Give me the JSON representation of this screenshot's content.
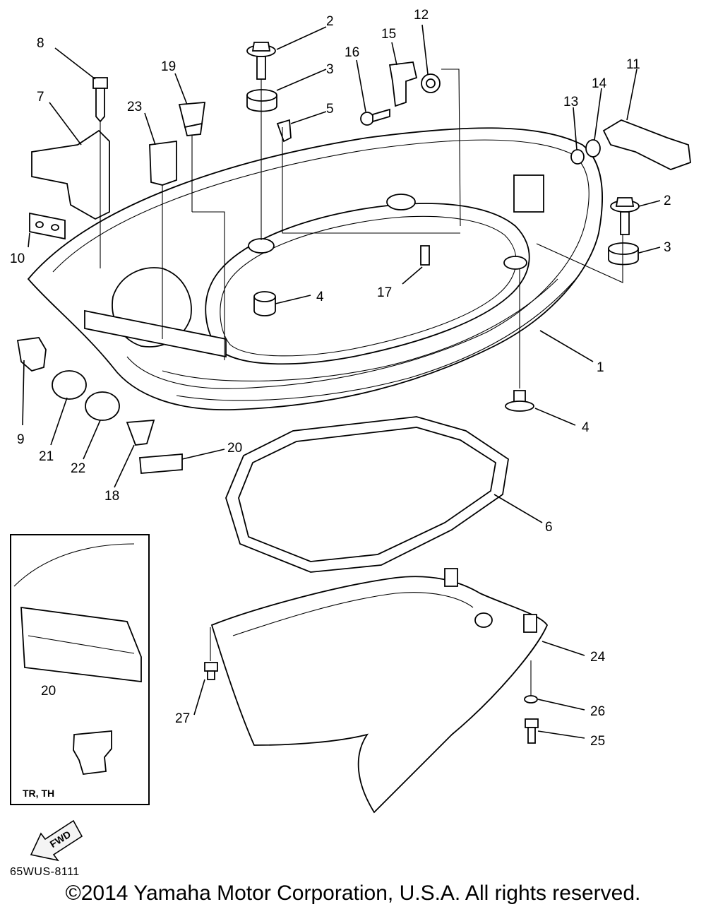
{
  "callouts": [
    {
      "id": "c2a",
      "label": "2"
    },
    {
      "id": "c3a",
      "label": "3"
    },
    {
      "id": "c5",
      "label": "5"
    },
    {
      "id": "c8",
      "label": "8"
    },
    {
      "id": "c7",
      "label": "7"
    },
    {
      "id": "c19",
      "label": "19"
    },
    {
      "id": "c23",
      "label": "23"
    },
    {
      "id": "c16",
      "label": "16"
    },
    {
      "id": "c15",
      "label": "15"
    },
    {
      "id": "c12",
      "label": "12"
    },
    {
      "id": "c11",
      "label": "11"
    },
    {
      "id": "c14",
      "label": "14"
    },
    {
      "id": "c13",
      "label": "13"
    },
    {
      "id": "c2b",
      "label": "2"
    },
    {
      "id": "c3b",
      "label": "3"
    },
    {
      "id": "c10",
      "label": "10"
    },
    {
      "id": "c17",
      "label": "17"
    },
    {
      "id": "c4a",
      "label": "4"
    },
    {
      "id": "c1",
      "label": "1"
    },
    {
      "id": "c4b",
      "label": "4"
    },
    {
      "id": "c9",
      "label": "9"
    },
    {
      "id": "c21",
      "label": "21"
    },
    {
      "id": "c22",
      "label": "22"
    },
    {
      "id": "c18",
      "label": "18"
    },
    {
      "id": "c20a",
      "label": "20"
    },
    {
      "id": "c6",
      "label": "6"
    },
    {
      "id": "c24",
      "label": "24"
    },
    {
      "id": "c26",
      "label": "26"
    },
    {
      "id": "c25",
      "label": "25"
    },
    {
      "id": "c27",
      "label": "27"
    },
    {
      "id": "c20b",
      "label": "20"
    }
  ],
  "inset_label": "TR, TH",
  "fwd_label": "FWD",
  "drawing_code": "65WUS-8111",
  "copyright": "©2014 Yamaha Motor Corporation, U.S.A. All rights reserved."
}
